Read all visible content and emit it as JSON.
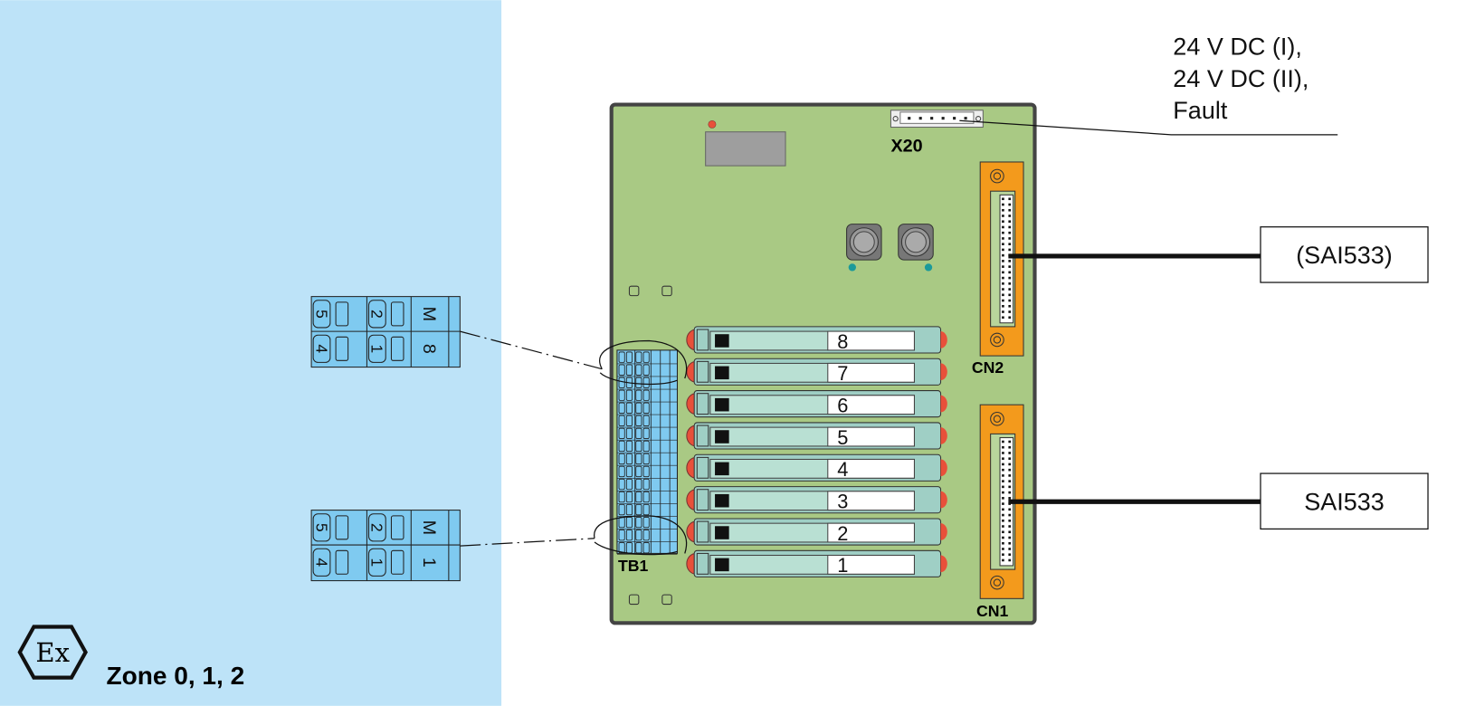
{
  "hazard_zone": {
    "symbol": "Ex",
    "label": "Zone 0, 1, 2",
    "color": "#bde3f8"
  },
  "board": {
    "color": "#a9c984",
    "connector_x20": {
      "label": "X20",
      "signals": [
        "24 V DC (I),",
        "24 V DC (II),",
        "Fault"
      ]
    },
    "connector_cn2": {
      "label": "CN2",
      "target": "(SAI533)"
    },
    "connector_cn1": {
      "label": "CN1",
      "target": "SAI533"
    },
    "terminal_block": {
      "label": "TB1"
    },
    "modules": [
      "8",
      "7",
      "6",
      "5",
      "4",
      "3",
      "2",
      "1"
    ]
  },
  "field_terminals": [
    {
      "channel": "8",
      "top_row": [
        "5",
        "2",
        "M"
      ],
      "bottom_row": [
        "4",
        "1",
        "8"
      ]
    },
    {
      "channel": "1",
      "top_row": [
        "5",
        "2",
        "M"
      ],
      "bottom_row": [
        "4",
        "1",
        "1"
      ]
    }
  ],
  "colors": {
    "connector": "#f39a1c",
    "module": "#9fcfc5",
    "terminal": "#7fcaf0",
    "led": "#e8503a"
  }
}
